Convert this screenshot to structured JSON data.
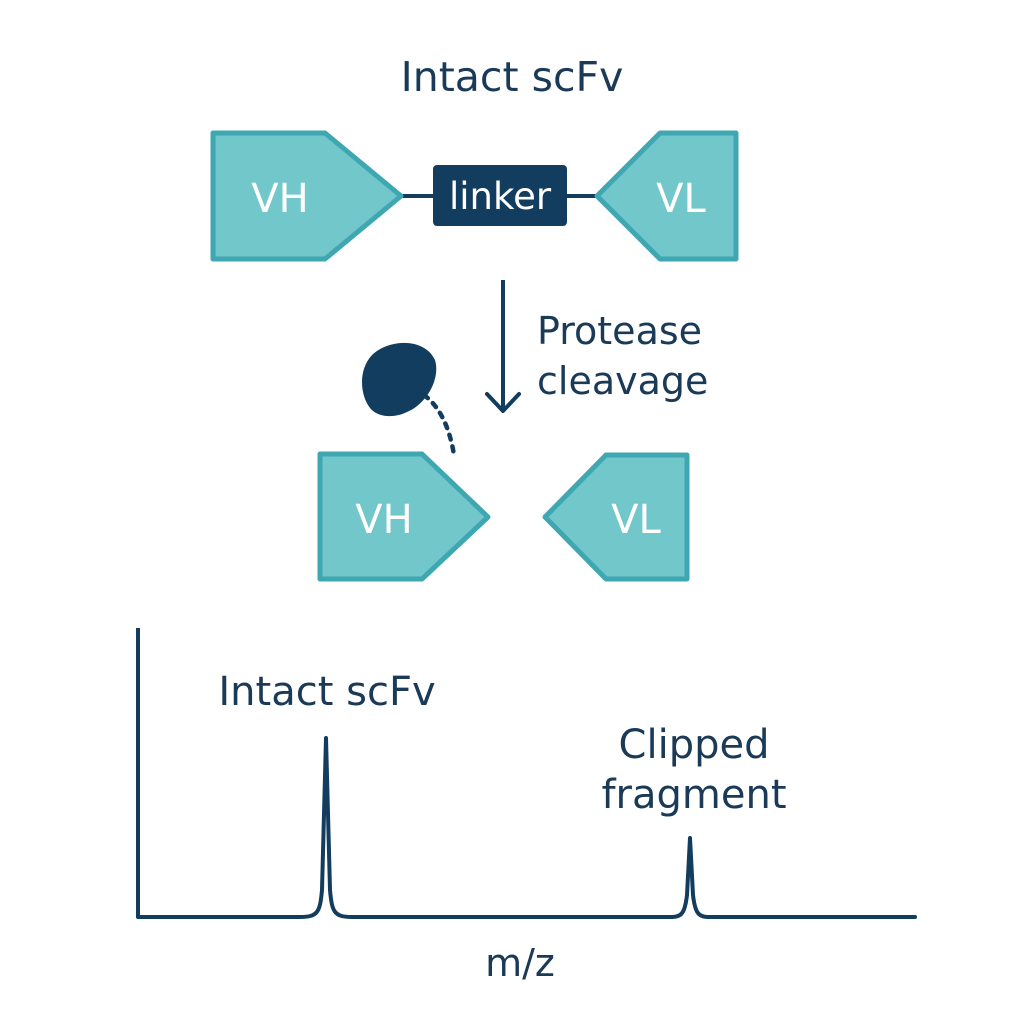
{
  "colors": {
    "domain_fill": "#72c7cb",
    "domain_stroke": "#3fa7b1",
    "navy": "#123d5e",
    "text": "#1a3a57",
    "white": "#ffffff"
  },
  "top_section": {
    "title": "Intact scFv",
    "vh_label": "VH",
    "linker_label": "linker",
    "vl_label": "VL"
  },
  "cleavage": {
    "line1": "Protease",
    "line2": "cleavage",
    "protease_icon": "protease-blob-icon"
  },
  "bottom_section": {
    "vh_label": "VH",
    "vl_label": "VL"
  },
  "spectrum": {
    "xlabel": "m/z",
    "peak1_label": "Intact scFv",
    "peak2_line1": "Clipped",
    "peak2_line2": "fragment"
  }
}
